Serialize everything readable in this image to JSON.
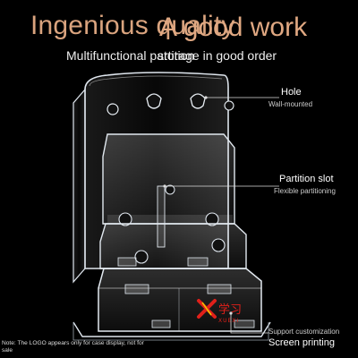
{
  "headline": {
    "left": "Ingenious quality",
    "right": "A good work"
  },
  "subtitle": {
    "left": "Multifunctional partition",
    "right": "storage in good order"
  },
  "callouts": {
    "hole": {
      "title": "Hole",
      "detail": "Wall-mounted"
    },
    "partition": {
      "title": "Partition slot",
      "detail": "Flexible partitioning"
    },
    "printing": {
      "title": "Support customization",
      "detail": "Screen printing"
    }
  },
  "logo_text": "学习 XUEXI",
  "note": "Note: The LOGO appears only for case display, not for sale",
  "colors": {
    "background": "#000000",
    "headline": "#d9a37e",
    "acrylic_edge": "#dfe6ee",
    "logo_red": "#e0201a",
    "logo_yellow": "#f2c200"
  }
}
